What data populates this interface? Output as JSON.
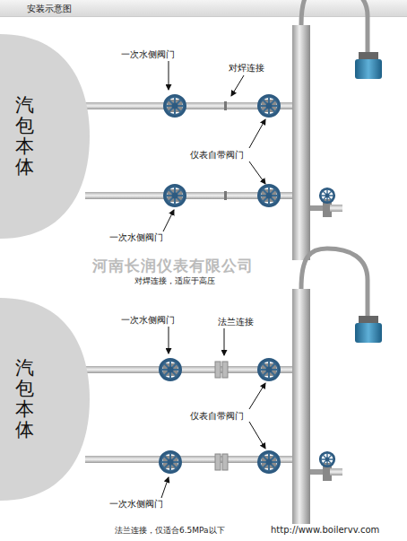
{
  "diagram": {
    "title": "安装示意图",
    "nodes": [
      {
        "text": [
          "汽包本体"
        ]
      },
      {
        "text": [
          "汽包本体"
        ]
      }
    ],
    "labels": [
      "一次水侧阀门",
      "对焊连接",
      "仪表自带阀门",
      "一次水侧阀门",
      "对焊连接，适应于高压",
      "河南长润仪表有限公司",
      "一次水侧阀门",
      "法兰连接",
      "仪表自带阀门",
      "一次水侧阀门",
      "法兰连接，仅适合6.5MPa以下",
      "http://www.boilervv.com"
    ]
  }
}
